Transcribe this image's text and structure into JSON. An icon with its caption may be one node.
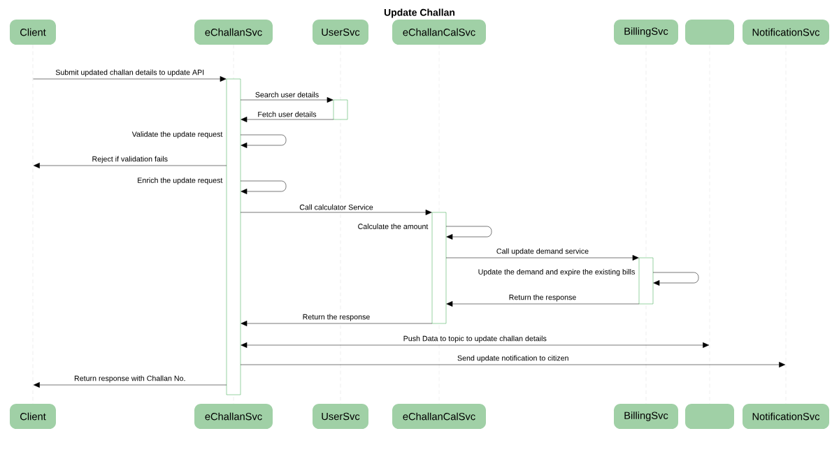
{
  "diagram": {
    "title": "Update Challan",
    "nodes": [
      {
        "text": [
          "Client"
        ]
      },
      {
        "text": [
          "eChallanSvc"
        ]
      },
      {
        "text": [
          "UserSvc"
        ]
      },
      {
        "text": [
          "eChallanCalSvc"
        ]
      },
      {
        "text": [
          "BillingSvc"
        ]
      },
      {
        "text": [],
        "shape": "box"
      },
      {
        "text": [
          "NotificationSvc"
        ]
      },
      {
        "text": [
          "Client"
        ]
      },
      {
        "text": [
          "eChallanSvc"
        ]
      },
      {
        "text": [
          "UserSvc"
        ]
      },
      {
        "text": [
          "eChallanCalSvc"
        ]
      },
      {
        "text": [
          "BillingSvc"
        ]
      },
      {
        "text": [],
        "shape": "box"
      },
      {
        "text": [
          "NotificationSvc"
        ]
      },
      {
        "text": [],
        "shape": "line"
      },
      {
        "text": [],
        "shape": "line"
      },
      {
        "text": [],
        "shape": "line"
      },
      {
        "text": [],
        "shape": "line"
      },
      {
        "text": [],
        "shape": "line"
      },
      {
        "text": [],
        "shape": "line"
      },
      {
        "text": [],
        "shape": "line"
      },
      {
        "text": [],
        "shape": "bar"
      },
      {
        "text": [],
        "shape": "bar"
      },
      {
        "text": [],
        "shape": "bar"
      },
      {
        "text": [],
        "shape": "bar"
      }
    ],
    "edges": [
      {
        "from": 14,
        "to": 21,
        "arrow": "to",
        "label": "Submit updated challan details to update API"
      },
      {
        "from": 21,
        "to": 22,
        "arrow": "to",
        "label": "Search user details"
      },
      {
        "from": 22,
        "to": 21,
        "arrow": "to",
        "label": "Fetch user details"
      },
      {
        "from": 21,
        "to": 21,
        "arrow": "to",
        "label": "Validate the update request"
      },
      {
        "from": 21,
        "to": 14,
        "arrow": "to",
        "label": "Reject if validation fails"
      },
      {
        "from": 21,
        "to": 21,
        "arrow": "to",
        "label": "Enrich the update request"
      },
      {
        "from": 21,
        "to": 23,
        "arrow": "to",
        "label": "Call calculator Service"
      },
      {
        "from": 23,
        "to": 23,
        "arrow": "to",
        "label": "Calculate the amount"
      },
      {
        "from": 23,
        "to": 24,
        "arrow": "to",
        "label": "Call update demand service"
      },
      {
        "from": 24,
        "to": 24,
        "arrow": "to",
        "label": "Update the demand and expire the existing bills"
      },
      {
        "from": 24,
        "to": 23,
        "arrow": "to",
        "label": "Return the response"
      },
      {
        "from": 23,
        "to": 21,
        "arrow": "to",
        "label": "Return the response"
      },
      {
        "from": 21,
        "to": 19,
        "arrow": "both",
        "label": "Push Data to topic to update challan details"
      },
      {
        "from": 21,
        "to": 20,
        "arrow": "to",
        "label": "Send update notification to citizen"
      },
      {
        "from": 21,
        "to": 14,
        "arrow": "to",
        "label": "Return response with Challan No."
      }
    ]
  }
}
